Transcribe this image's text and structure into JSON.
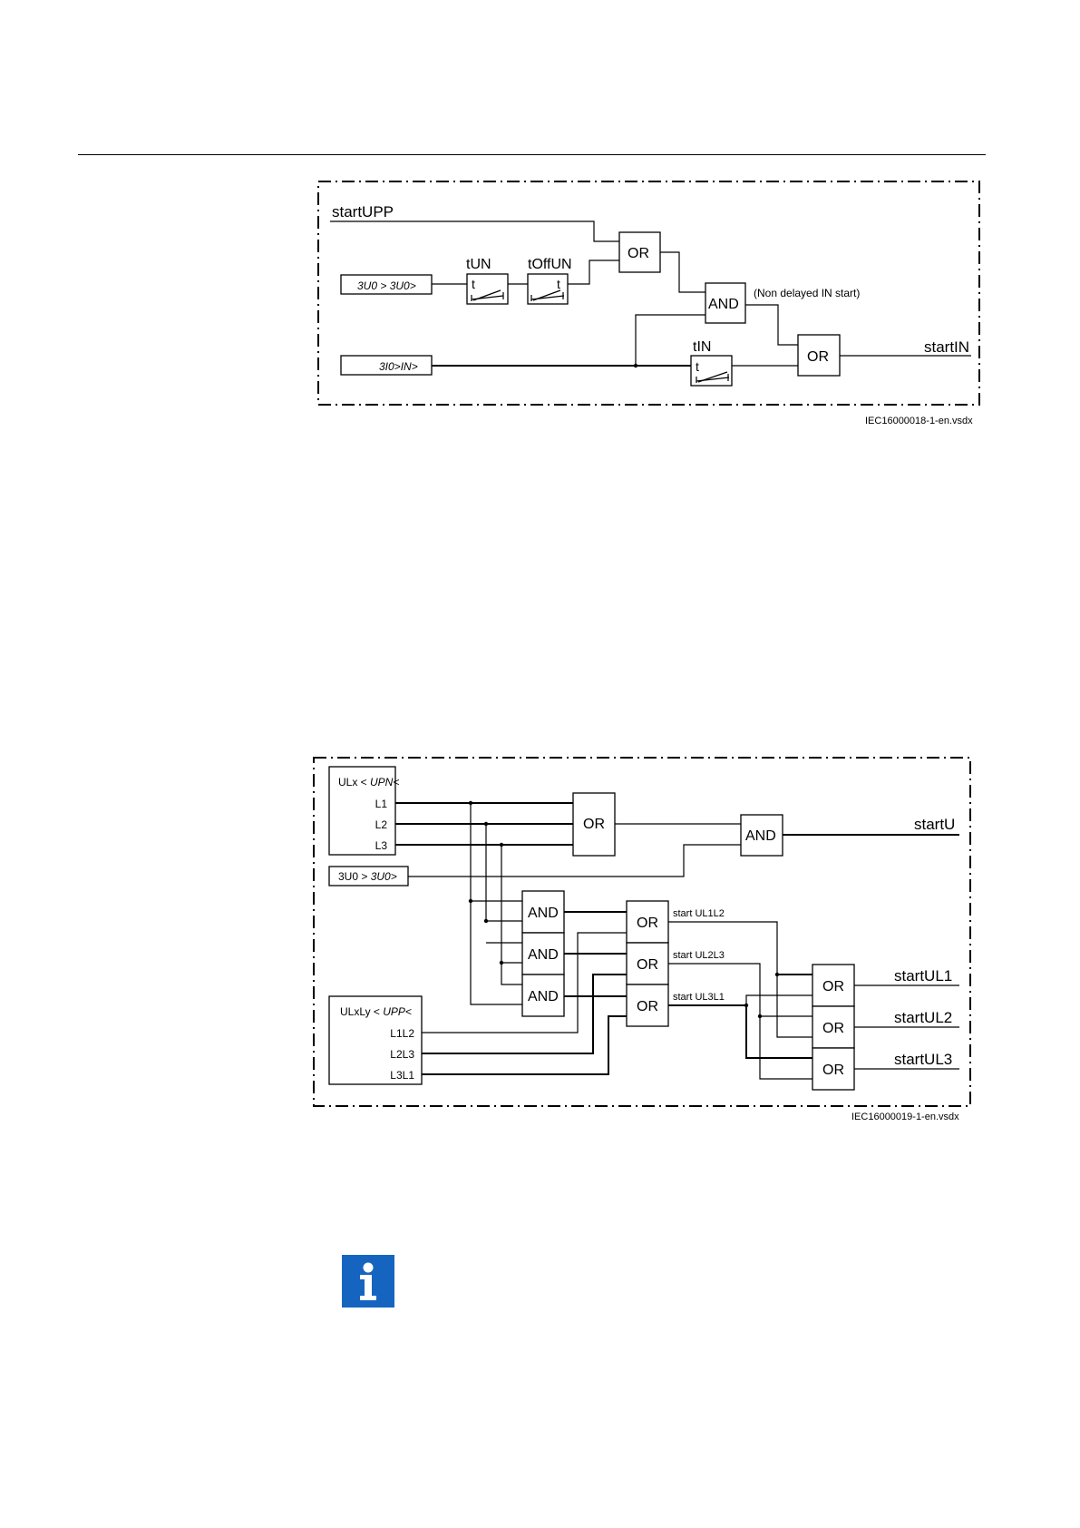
{
  "diagram1": {
    "input_upp": "startUPP",
    "input_3u0": "3U0 > 3U0>",
    "input_3i0": "3I0>IN>",
    "timer_tun_label": "tUN",
    "timer_toffun_label": "tOffUN",
    "timer_tin_label": "tIN",
    "timer_glyph": "t",
    "or_label": "OR",
    "and_label": "AND",
    "note": "(Non delayed IN start)",
    "output": "startIN",
    "file_ref": "IEC16000018-1-en.vsdx"
  },
  "diagram2": {
    "block_ulx_title": "ULx < ",
    "block_ulx_title_italic": "UPN<",
    "block_ulx_inputs": [
      "L1",
      "L2",
      "L3"
    ],
    "block_3u0": "3U0 > ",
    "block_3u0_italic": "3U0>",
    "block_ulxly_title": "ULxLy < ",
    "block_ulxly_title_italic": "UPP<",
    "block_ulxly_inputs": [
      "L1L2",
      "L2L3",
      "L3L1"
    ],
    "or_label": "OR",
    "and_label": "AND",
    "output_u": "startU",
    "mid_signals": [
      "start UL1L2",
      "start UL2L3",
      "start UL3L1"
    ],
    "outputs": [
      "startUL1",
      "startUL2",
      "startUL3"
    ],
    "file_ref": "IEC16000019-1-en.vsdx"
  },
  "info_icon": {
    "name": "info-icon",
    "color": "#1565c0"
  }
}
